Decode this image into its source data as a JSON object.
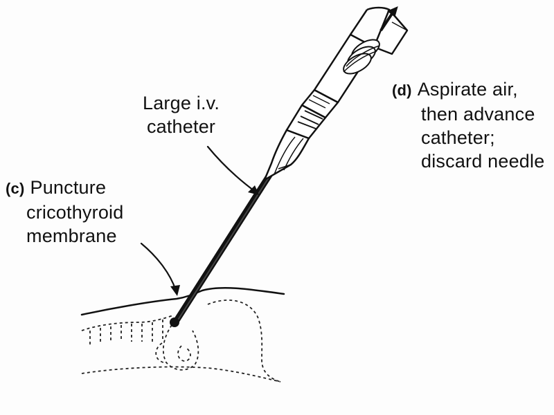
{
  "figure": {
    "labels": {
      "catheter": {
        "line1": "Large i.v.",
        "line2": "catheter"
      },
      "step_c": {
        "tag": "(c)",
        "line1": "Puncture",
        "line2": "cricothyroid",
        "line3": "membrane"
      },
      "step_d": {
        "tag": "(d)",
        "line1": "Aspirate air,",
        "line2": "then advance",
        "line3": "catheter;",
        "line4": "discard needle"
      }
    },
    "colors": {
      "ink": "#111111",
      "background": "#fdfdfd"
    },
    "icons": {
      "direction_arrow": "arrow-up-right-icon"
    }
  }
}
